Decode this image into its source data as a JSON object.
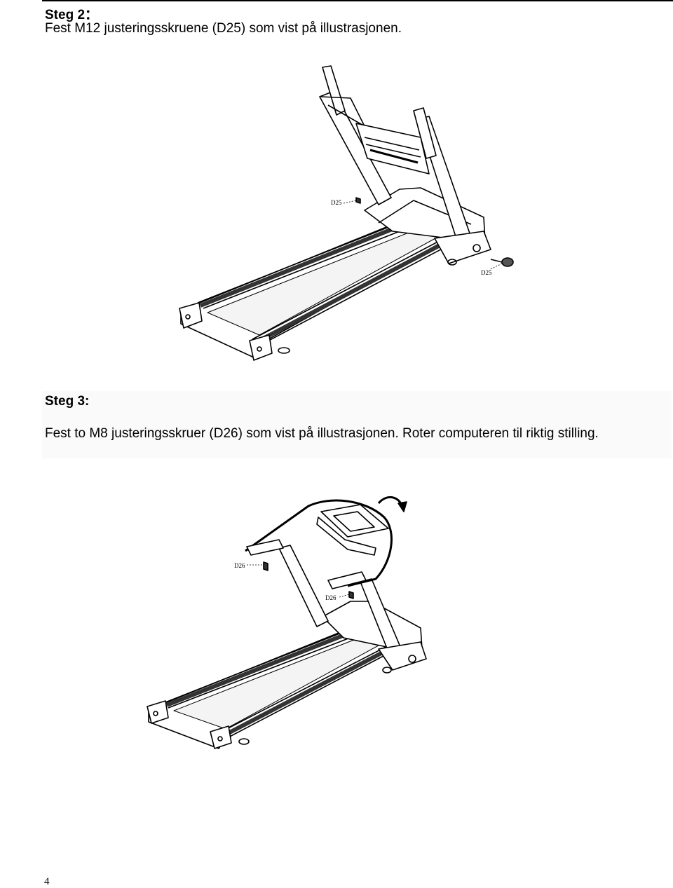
{
  "step2": {
    "title": "Steg 2：",
    "text": "Fest M12 justeringsskruene (D25) som vist på illustrasjonen.",
    "labels": {
      "left": "D25",
      "right": "D25"
    }
  },
  "step3": {
    "title": "Steg 3:",
    "text": "Fest to M8 justeringsskruer (D26) som vist på illustrasjonen. Roter computeren til riktig stilling.",
    "labels": {
      "left": "D26",
      "right": "D26"
    }
  },
  "page_number": "4"
}
